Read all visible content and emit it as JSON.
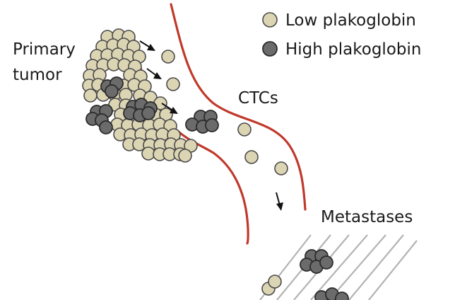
{
  "labels": {
    "primary_tumor_line1": "Primary",
    "primary_tumor_line2": "tumor",
    "ctcs": "CTCs",
    "metastases": "Metastases"
  },
  "legend": {
    "items": [
      {
        "label": "Low plakoglobin",
        "fill": "#dcd5b4"
      },
      {
        "label": "High plakoglobin",
        "fill": "#6b6b6b"
      }
    ]
  },
  "colors": {
    "vessel_wall": "#c0392b",
    "low_cell": "#dcd5b4",
    "high_cell": "#6b6b6b",
    "tissue_hatch": "#b3b3b3"
  }
}
